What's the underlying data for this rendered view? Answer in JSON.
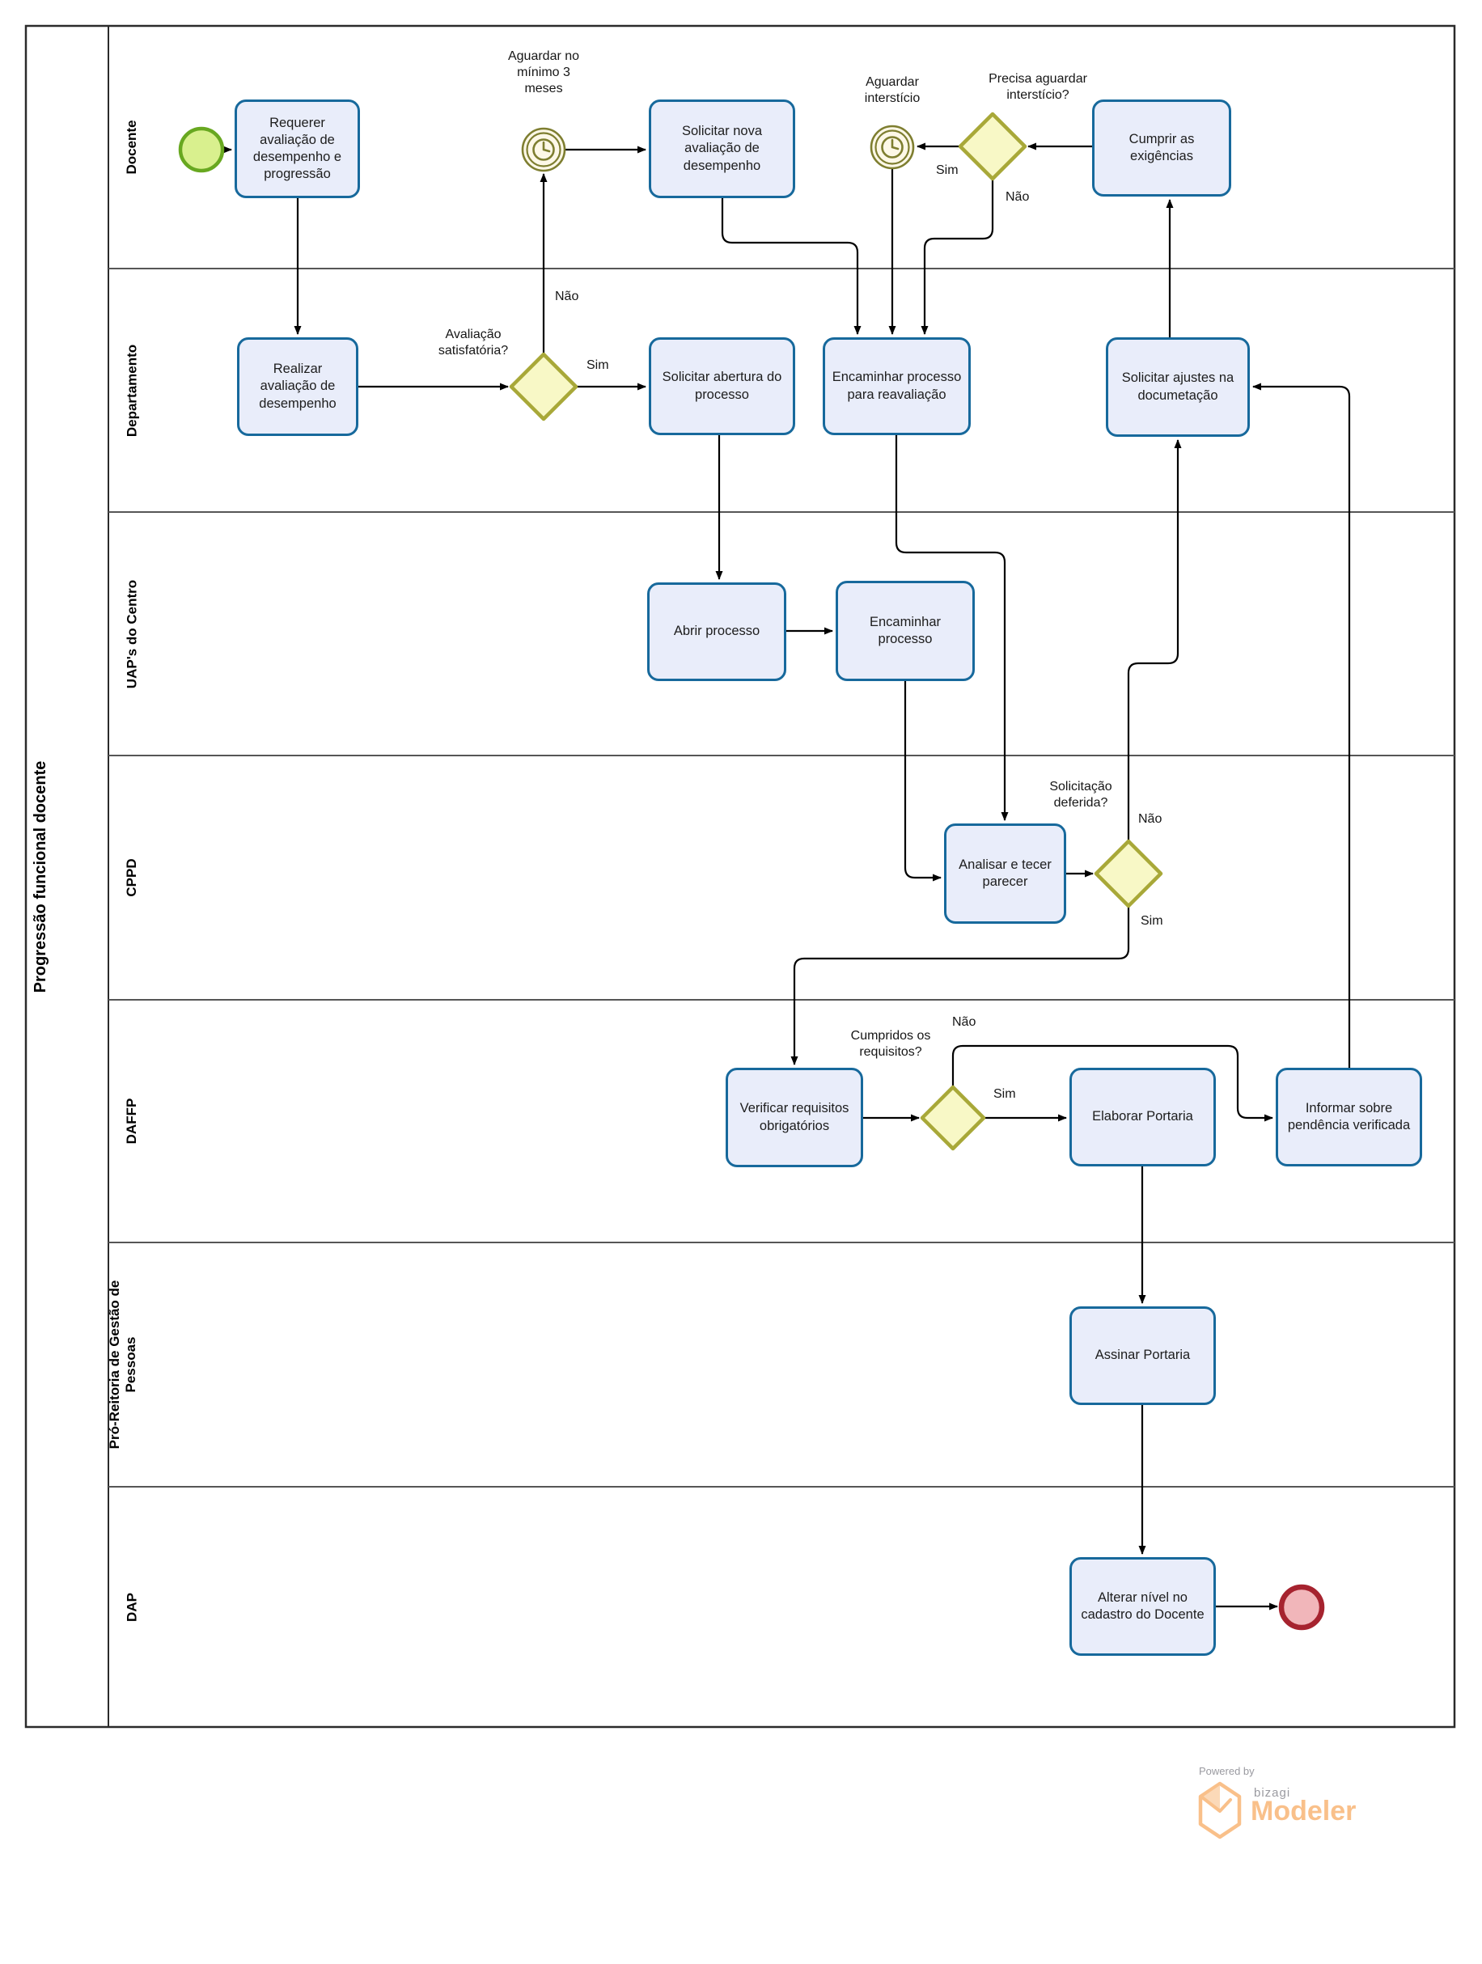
{
  "pool": {
    "title": "Progressão funcional docente"
  },
  "lanes": [
    {
      "label": "Docente"
    },
    {
      "label": "Departamento"
    },
    {
      "label": "UAP's do Centro"
    },
    {
      "label": "CPPD"
    },
    {
      "label": "DAFFP"
    },
    {
      "label": "Pró-Reitoria de Gestão de Pessoas"
    },
    {
      "label": "DAP"
    }
  ],
  "tasks": {
    "requerer": {
      "label": "Requerer avaliação de desempenho e progressão"
    },
    "solicitar_nova": {
      "label": "Solicitar nova avaliação de desempenho"
    },
    "cumprir": {
      "label": "Cumprir as exigências"
    },
    "realizar": {
      "label": "Realizar avaliação de desempenho"
    },
    "solicitar_abertura": {
      "label": "Solicitar abertura do processo"
    },
    "encaminhar_reav": {
      "label": "Encaminhar processo para reavaliação"
    },
    "solicitar_ajustes": {
      "label": "Solicitar ajustes na documetação"
    },
    "abrir": {
      "label": "Abrir processo"
    },
    "encaminhar": {
      "label": "Encaminhar processo"
    },
    "analisar": {
      "label": "Analisar e tecer parecer"
    },
    "verificar": {
      "label": "Verificar requisitos obrigatórios"
    },
    "elaborar": {
      "label": "Elaborar Portaria"
    },
    "informar": {
      "label": "Informar sobre pendência verificada"
    },
    "assinar": {
      "label": "Assinar Portaria"
    },
    "alterar": {
      "label": "Alterar nível no cadastro do Docente"
    }
  },
  "events": {
    "timer1": {
      "label": "Aguardar no mínimo 3 meses"
    },
    "timer2": {
      "label": "Aguardar interstício"
    }
  },
  "gateways": {
    "g1": {
      "label": "Avaliação satisfatória?",
      "yes": "Sim",
      "no": "Não"
    },
    "g2": {
      "label": "Precisa aguardar interstício?",
      "yes": "Sim",
      "no": "Não"
    },
    "g3": {
      "label": "Solicitação deferida?",
      "yes": "Sim",
      "no": "Não"
    },
    "g4": {
      "label": "Cumpridos os requisitos?",
      "yes": "Sim",
      "no": "Não"
    }
  },
  "footer": {
    "powered_by": "Powered by",
    "brand": "bizagi",
    "product": "Modeler"
  },
  "colors": {
    "task_fill": "#e9edfa",
    "task_border": "#17699c",
    "gateway_fill": "#f8f8c6",
    "gateway_border": "#a8a838",
    "timer_stroke": "#7e7e30",
    "timer_fill": "#fdf8e7",
    "start_fill": "#d9f08e",
    "start_border": "#68a820",
    "end_fill": "#f1b6ba",
    "end_border": "#a6232f",
    "flow": "#000000",
    "lane_border": "#565656",
    "logo_orange": "#f9c08a"
  }
}
